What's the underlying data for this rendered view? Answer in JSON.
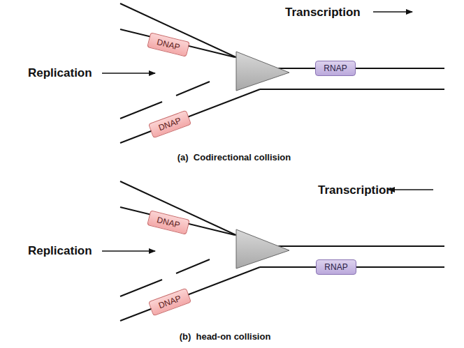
{
  "diagram": {
    "nodes": [
      {
        "text": [
          "DNAP"
        ]
      },
      {
        "text": [
          "RNAP"
        ]
      },
      {
        "text": [
          "DNAP"
        ]
      },
      {
        "text": [
          "DNAP"
        ]
      },
      {
        "text": [
          "DNAP"
        ]
      },
      {
        "text": [
          "RNAP"
        ]
      }
    ],
    "labels": [
      "Transcription",
      "Replication",
      "(a)  Codirectional collision",
      "Transcription",
      "Replication",
      "(b)  head-on collision"
    ]
  }
}
